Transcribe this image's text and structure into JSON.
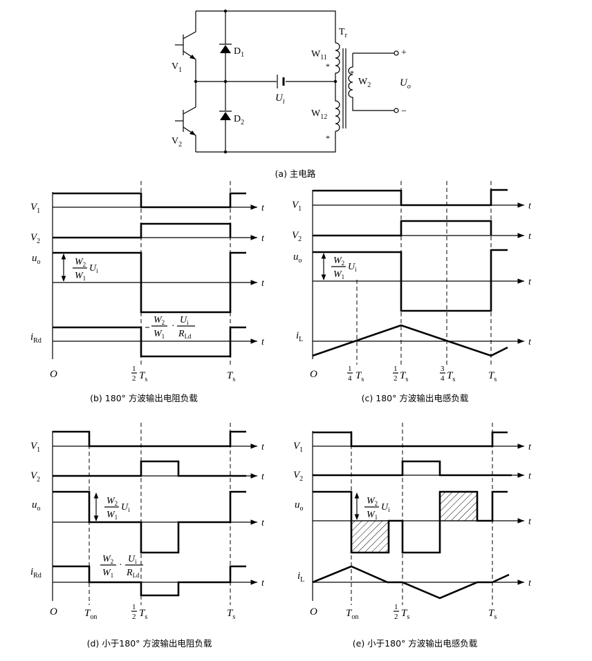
{
  "circuit": {
    "caption": "(a) 主电路",
    "labels": {
      "v1": "V",
      "v1_sub": "1",
      "v2": "V",
      "v2_sub": "2",
      "d1": "D",
      "d1_sub": "1",
      "d2": "D",
      "d2_sub": "2",
      "tr": "T",
      "tr_sub": "r",
      "w11": "W",
      "w11_sub": "11",
      "w12": "W",
      "w12_sub": "12",
      "w2": "W",
      "w2_sub": "2",
      "ui": "U",
      "ui_sub": "i",
      "uo": "U",
      "uo_sub": "o",
      "plus": "+",
      "minus": "−",
      "dot": "*"
    }
  },
  "panels": {
    "b": {
      "caption": "(b) 180° 方波输出电阻负载",
      "rows": [
        {
          "name": "V",
          "sub": "1"
        },
        {
          "name": "V",
          "sub": "2"
        },
        {
          "name": "u",
          "sub": "o"
        },
        {
          "name": "i",
          "sub": "Rd"
        }
      ],
      "axis": "t",
      "origin": "O",
      "amp_label": {
        "num": "W",
        "num_sub": "2",
        "den": "W",
        "den_sub": "1",
        "tail": "U",
        "tail_sub": "i"
      },
      "current_label": {
        "n1": "W",
        "n1_sub": "2",
        "d1": "W",
        "d1_sub": "1",
        "dot": "·",
        "n2": "U",
        "n2_sub": "i",
        "d2": "R",
        "d2_sub": "Ld"
      },
      "ticks": [
        {
          "frac_n": "1",
          "frac_d": "2",
          "sym": "T",
          "sub": "s"
        },
        {
          "sym": "T",
          "sub": "s"
        }
      ]
    },
    "c": {
      "caption": "(c) 180° 方波输出电感负载",
      "rows": [
        {
          "name": "V",
          "sub": "1"
        },
        {
          "name": "V",
          "sub": "2"
        },
        {
          "name": "u",
          "sub": "o"
        },
        {
          "name": "i",
          "sub": "L"
        }
      ],
      "axis": "t",
      "origin": "O",
      "amp_label": {
        "num": "W",
        "num_sub": "2",
        "den": "W",
        "den_sub": "1",
        "tail": "U",
        "tail_sub": "i"
      },
      "ticks": [
        {
          "frac_n": "1",
          "frac_d": "4",
          "sym": "T",
          "sub": "s"
        },
        {
          "frac_n": "1",
          "frac_d": "2",
          "sym": "T",
          "sub": "s"
        },
        {
          "frac_n": "3",
          "frac_d": "4",
          "sym": "T",
          "sub": "s"
        },
        {
          "sym": "T",
          "sub": "s"
        }
      ]
    },
    "d": {
      "caption": "(d) 小于180° 方波输出电阻负载",
      "rows": [
        {
          "name": "V",
          "sub": "1"
        },
        {
          "name": "V",
          "sub": "2"
        },
        {
          "name": "u",
          "sub": "o"
        },
        {
          "name": "i",
          "sub": "Rd"
        }
      ],
      "axis": "t",
      "origin": "O",
      "amp_label": {
        "num": "W",
        "num_sub": "2",
        "den": "W",
        "den_sub": "1",
        "tail": "U",
        "tail_sub": "i"
      },
      "current_label": {
        "n1": "W",
        "n1_sub": "2",
        "d1": "W",
        "d1_sub": "1",
        "dot": "·",
        "n2": "U",
        "n2_sub": "i",
        "d2": "R",
        "d2_sub": "Ld"
      },
      "ticks": [
        {
          "sym": "T",
          "sub": "on"
        },
        {
          "frac_n": "1",
          "frac_d": "2",
          "sym": "T",
          "sub": "s"
        },
        {
          "sym": "T",
          "sub": "s"
        }
      ]
    },
    "e": {
      "caption": "(e) 小于180° 方波输出电感负载",
      "rows": [
        {
          "name": "V",
          "sub": "1"
        },
        {
          "name": "V",
          "sub": "2"
        },
        {
          "name": "u",
          "sub": "o"
        },
        {
          "name": "i",
          "sub": "L"
        }
      ],
      "axis": "t",
      "origin": "O",
      "amp_label": {
        "num": "W",
        "num_sub": "2",
        "den": "W",
        "den_sub": "1",
        "tail": "U",
        "tail_sub": "i"
      },
      "ticks": [
        {
          "sym": "T",
          "sub": "on"
        },
        {
          "frac_n": "1",
          "frac_d": "2",
          "sym": "T",
          "sub": "s"
        },
        {
          "sym": "T",
          "sub": "s"
        }
      ]
    }
  }
}
